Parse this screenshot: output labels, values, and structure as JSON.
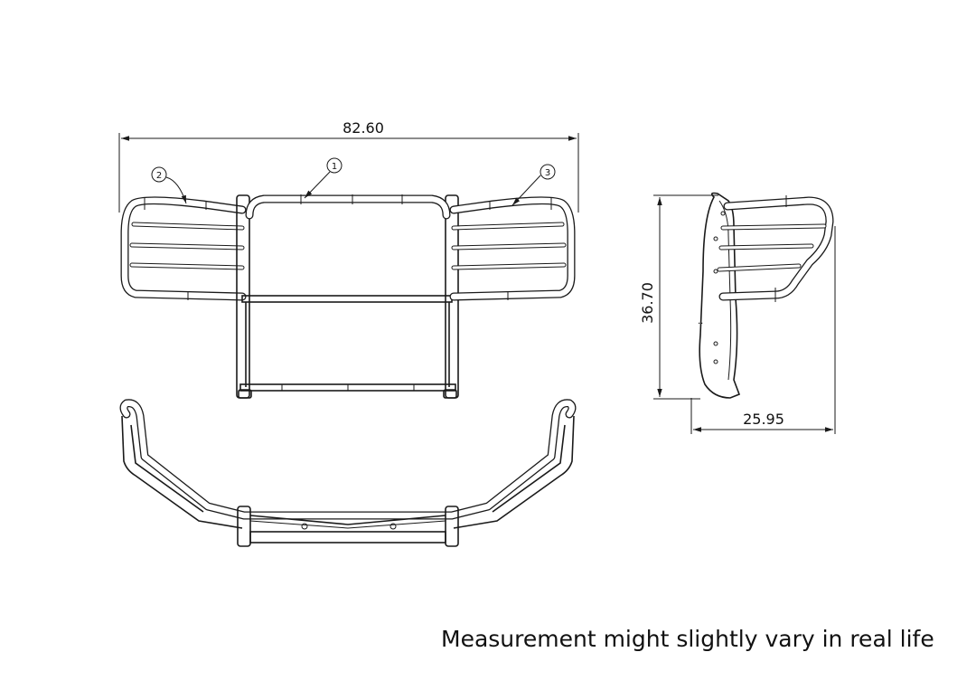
{
  "dimensions": {
    "width": "82.60",
    "height": "36.70",
    "depth": "25.95"
  },
  "callouts": [
    "1",
    "2",
    "3"
  ],
  "caption": "Measurement might slightly vary in real life"
}
